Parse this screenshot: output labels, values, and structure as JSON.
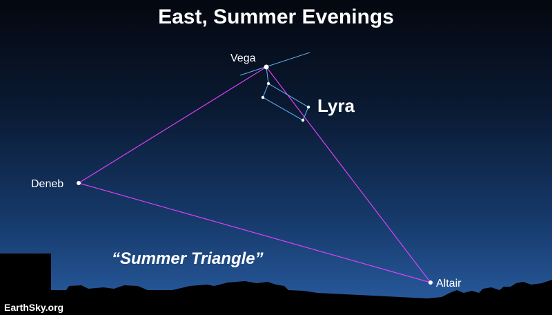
{
  "title": "East, Summer Evenings",
  "stars": [
    {
      "name": "Vega"
    },
    {
      "name": "Deneb"
    },
    {
      "name": "Altair"
    }
  ],
  "constellation_label": "Lyra",
  "asterism_label": "“Summer Triangle”",
  "credit": "EarthSky.org",
  "colors": {
    "triangle_line": "#e040fb",
    "lyra_line": "#5aa8e6",
    "star": "#ffffff",
    "horizon": "#000000"
  }
}
